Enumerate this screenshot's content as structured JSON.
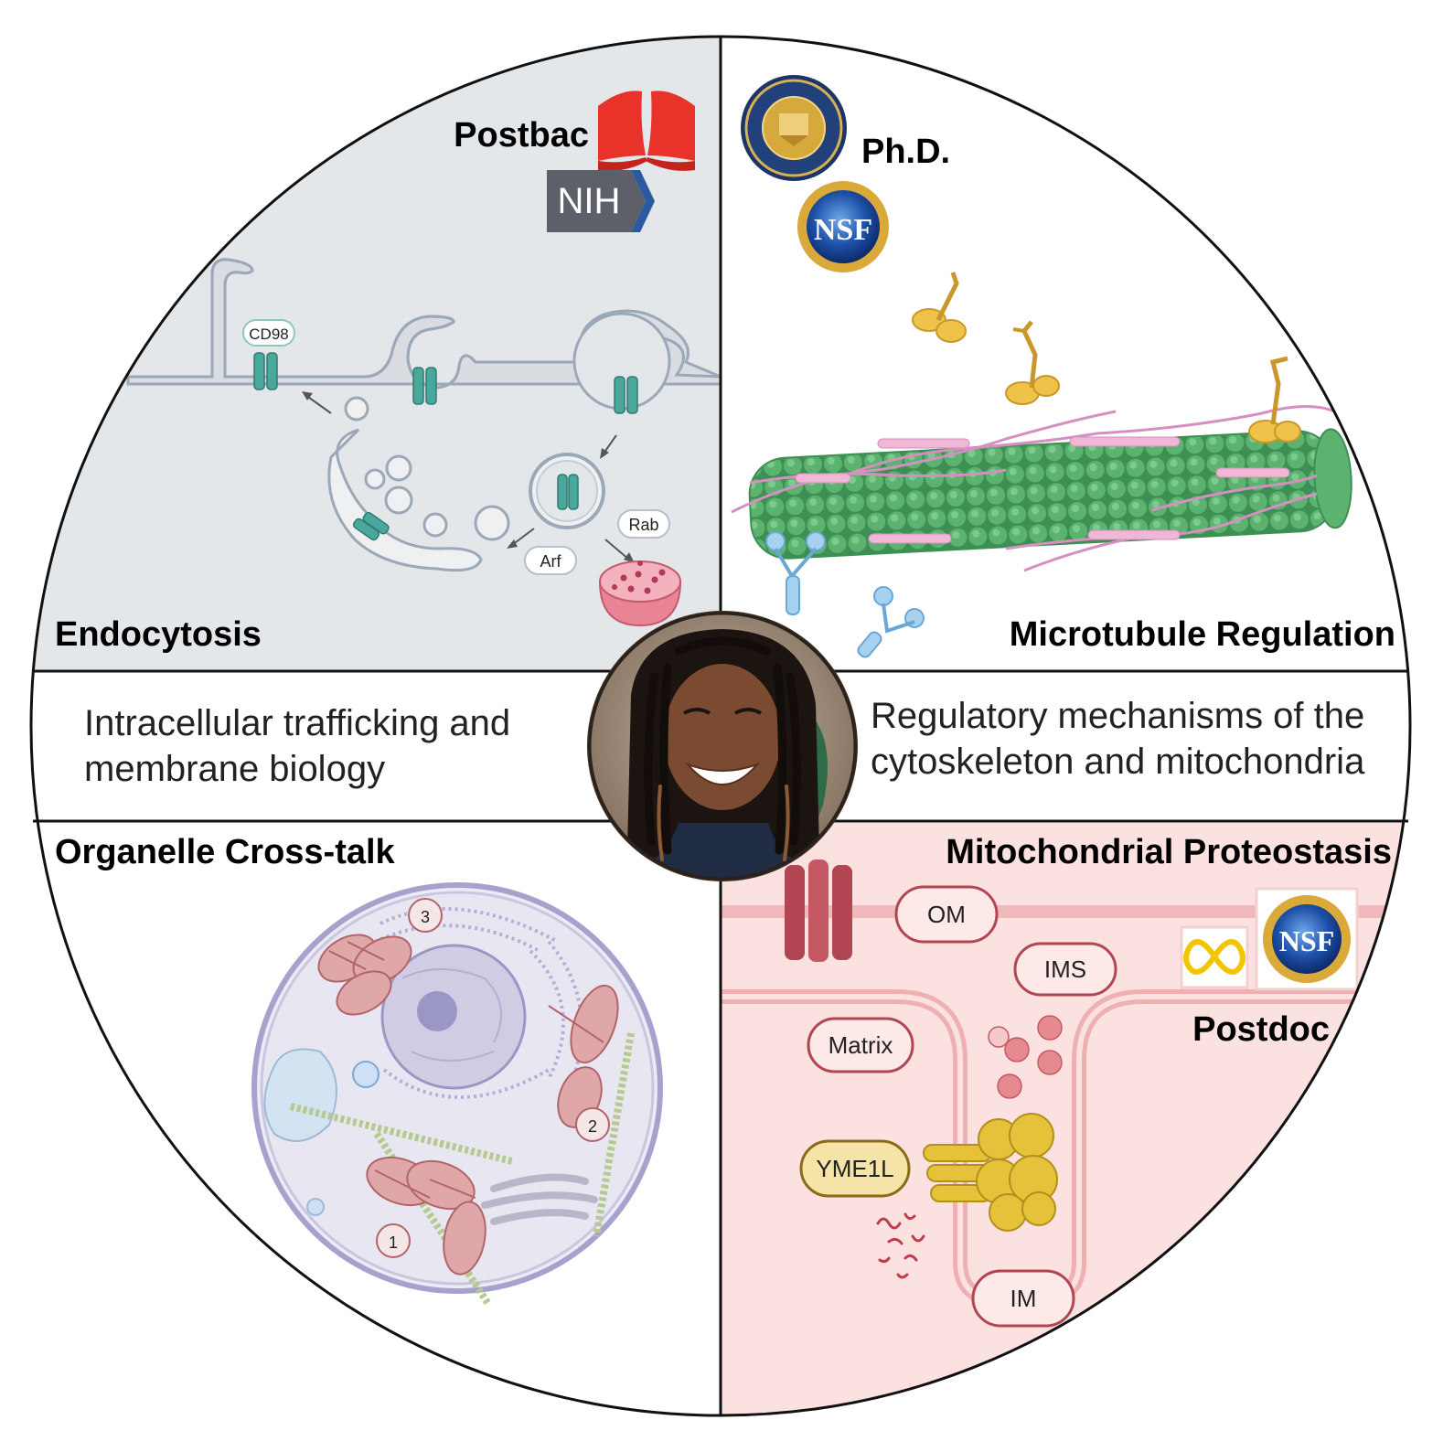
{
  "quadrants": {
    "top_left": {
      "title": "Endocytosis",
      "stage": "Postbac",
      "logo_text": "NIH",
      "labels": {
        "cd98": "CD98",
        "rab": "Rab",
        "arf": "Arf"
      }
    },
    "top_right": {
      "title": "Microtubule Regulation",
      "stage": "Ph.D.",
      "logo_text": "NSF"
    },
    "bottom_left": {
      "title": "Organelle Cross-talk",
      "markers": [
        "1",
        "2",
        "3"
      ]
    },
    "bottom_right": {
      "title": "Mitochondrial Proteostasis",
      "stage": "Postdoc",
      "logo_text": "NSF",
      "labels": {
        "om": "OM",
        "ims": "IMS",
        "matrix": "Matrix",
        "yme1l": "YME1L",
        "im": "IM"
      }
    }
  },
  "middle": {
    "left_line1": "Intracellular trafficking and",
    "left_line2": "membrane biology",
    "right_line1": "Regulatory mechanisms of the",
    "right_line2": "cytoskeleton and mitochondria"
  },
  "colors": {
    "endocytosis_bg": "#e4e7ea",
    "proteostasis_bg": "#fbe2e0",
    "teal": "#4aa79c",
    "microtubule_green": "#4fa863",
    "mito_red": "#b14652",
    "yellow": "#e2bd3a"
  }
}
